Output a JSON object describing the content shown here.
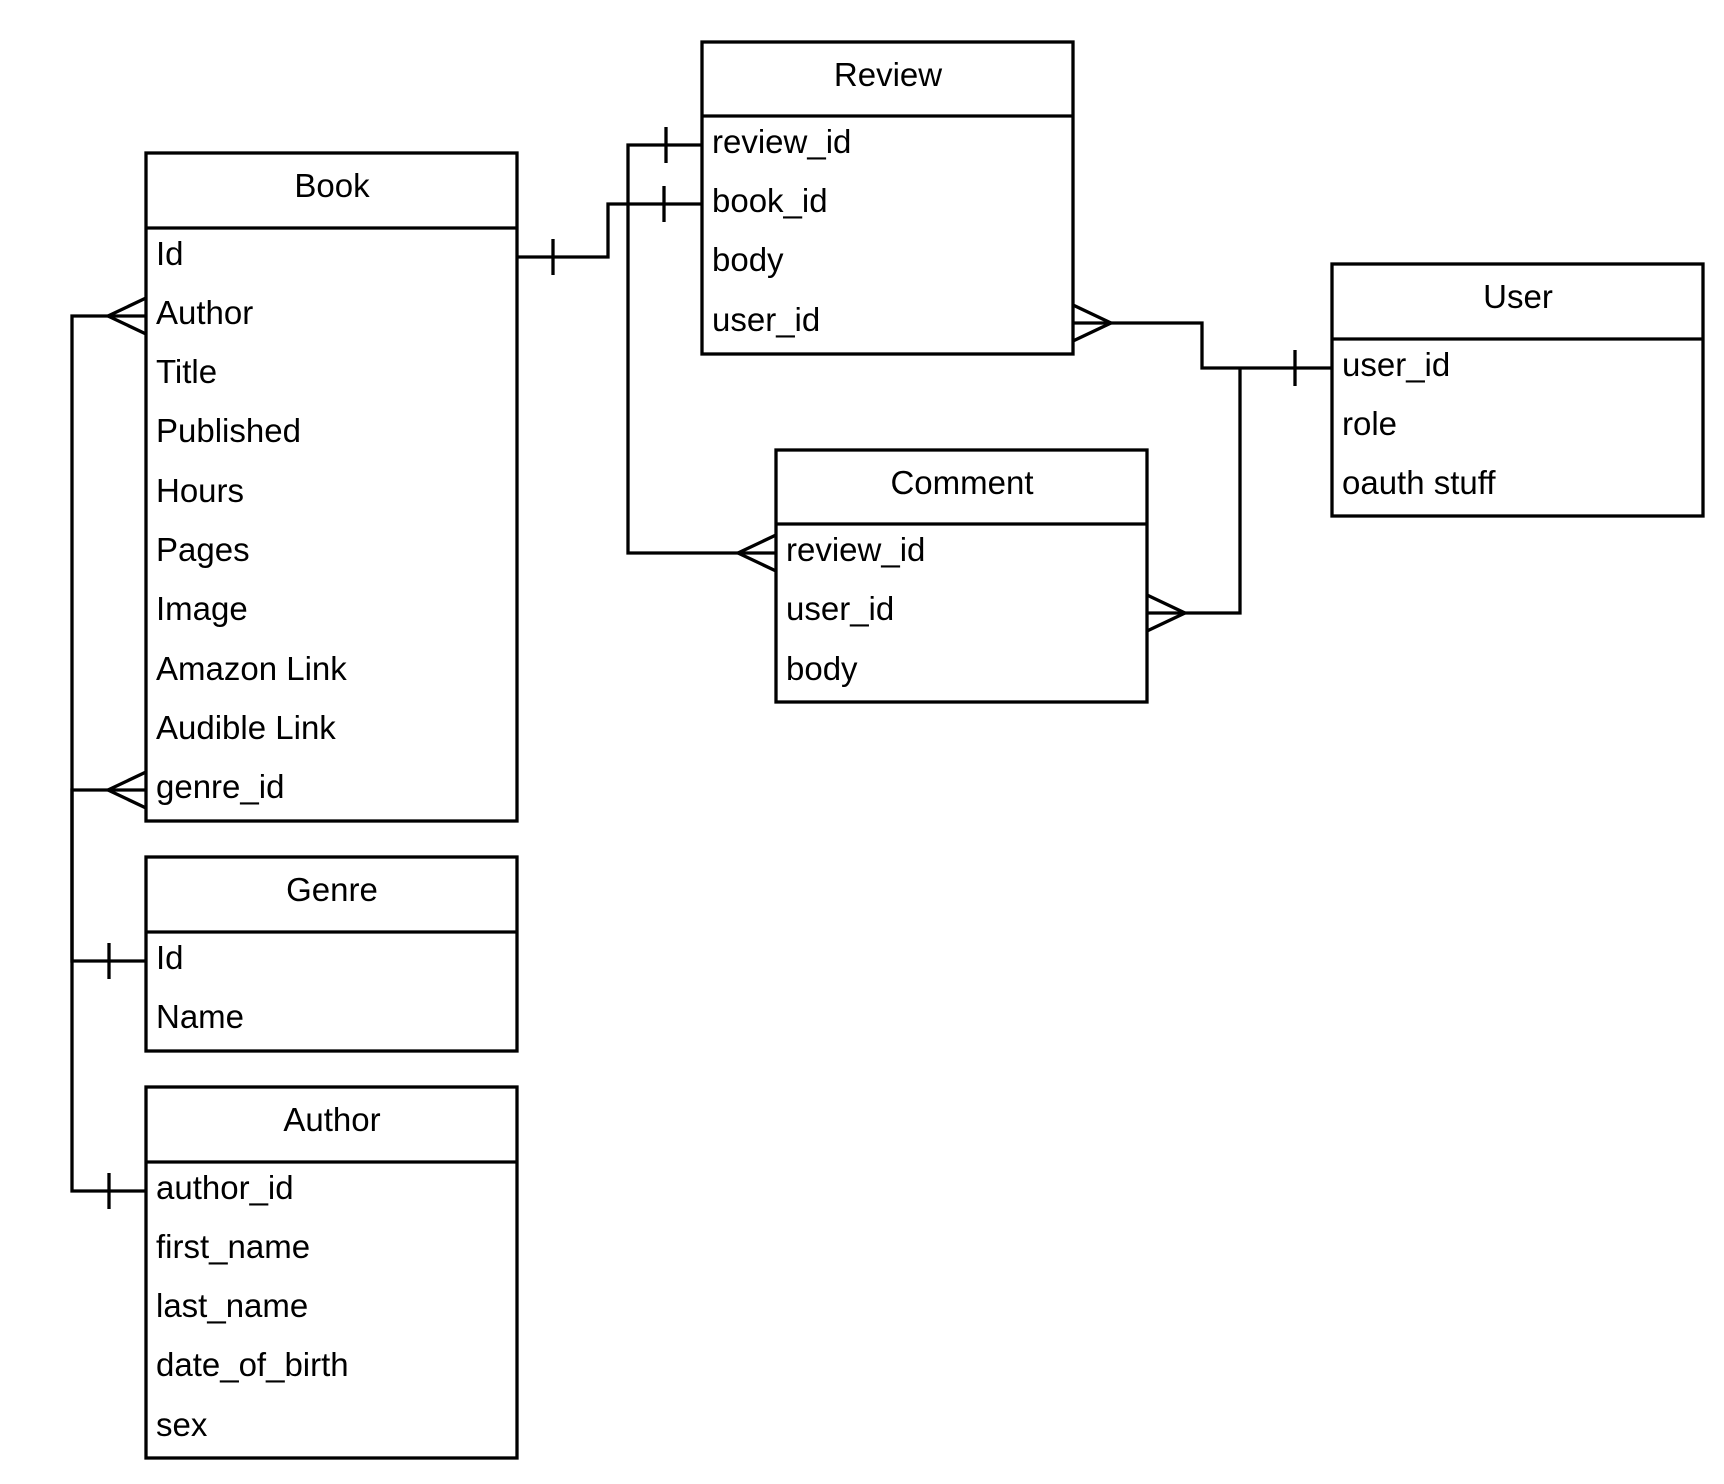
{
  "entities": {
    "review": {
      "title": "Review",
      "fields": [
        "review_id",
        "book_id",
        "body",
        "user_id"
      ]
    },
    "book": {
      "title": "Book",
      "fields": [
        "Id",
        "Author",
        "Title",
        "Published",
        "Hours",
        "Pages",
        "Image",
        "Amazon Link",
        "Audible Link",
        "genre_id"
      ]
    },
    "user": {
      "title": "User",
      "fields": [
        "user_id",
        "role",
        "oauth stuff"
      ]
    },
    "comment": {
      "title": "Comment",
      "fields": [
        "review_id",
        "user_id",
        "body"
      ]
    },
    "genre": {
      "title": "Genre",
      "fields": [
        "Id",
        "Name"
      ]
    },
    "author": {
      "title": "Author",
      "fields": [
        "author_id",
        "first_name",
        "last_name",
        "date_of_birth",
        "sex"
      ]
    }
  },
  "relationships": [
    {
      "name": "book-author",
      "from": "book.Author",
      "to": "author.author_id",
      "from_end": "many",
      "to_end": "one"
    },
    {
      "name": "book-genre",
      "from": "book.genre_id",
      "to": "genre.Id",
      "from_end": "many",
      "to_end": "one"
    },
    {
      "name": "book-review",
      "from": "book.Id",
      "to": "review.book_id",
      "from_end": "one",
      "to_end": "one"
    },
    {
      "name": "review-comment",
      "from": "review.review_id",
      "to": "comment.review_id",
      "from_end": "one",
      "to_end": "many"
    },
    {
      "name": "review-user",
      "from": "review.user_id",
      "to": "user.user_id",
      "from_end": "many",
      "to_end": "one"
    },
    {
      "name": "comment-user",
      "from": "comment.user_id",
      "to": "user.user_id",
      "from_end": "many",
      "to_end": "one"
    }
  ]
}
